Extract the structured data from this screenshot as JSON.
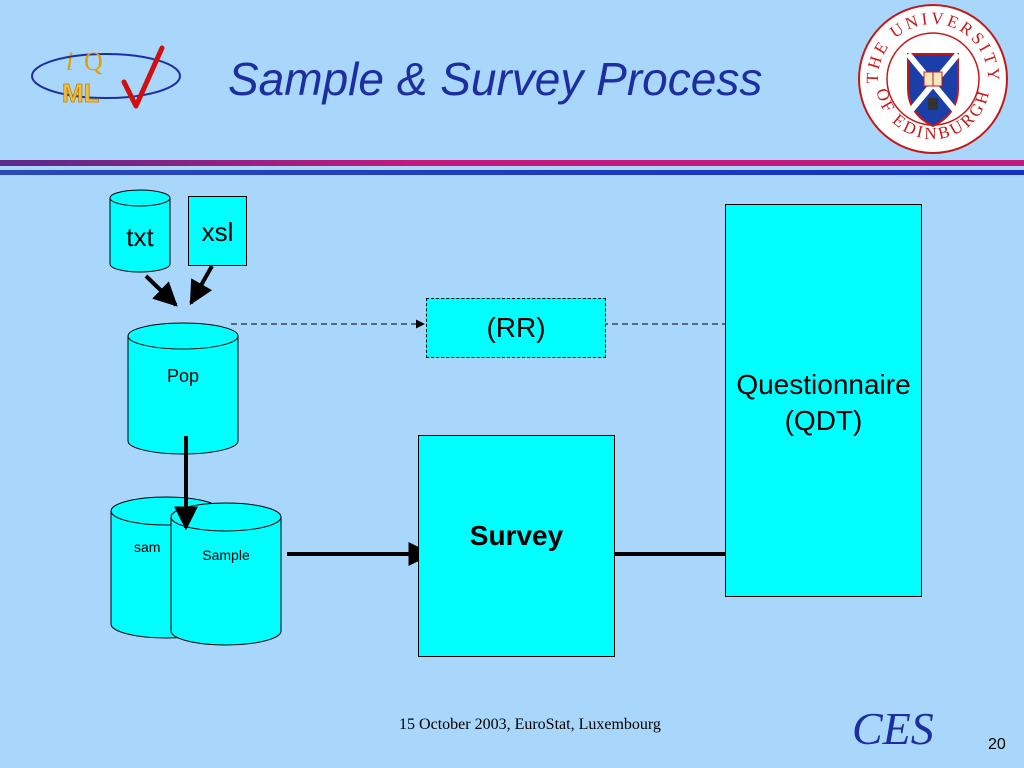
{
  "slide": {
    "title": "Sample & Survey Process",
    "footer": "15 October 2003, EuroStat, Luxembourg",
    "ces_label": "CES",
    "page_number": "20"
  },
  "logos": {
    "iqml": {
      "letters_i": "i",
      "letters_q": "Q",
      "letters_ml": "ML"
    },
    "university": {
      "top_text": "THE UNIVERSITY",
      "bottom_text": "OF EDINBURGH"
    }
  },
  "diagram": {
    "txt_label": "txt",
    "xsl_label": "xsl",
    "pop_label": "Pop",
    "rr_label": "(RR)",
    "sample_back_label": "sam",
    "sample_front_label": "Sample",
    "survey_label": "Survey",
    "questionnaire_line1": "Questionnaire",
    "questionnaire_line2": "(QDT)"
  },
  "colors": {
    "background": "#a9d6fb",
    "shape_fill": "#00ffff",
    "title": "#1c2ea0",
    "stripe_red": "#c4187c",
    "stripe_blue": "#1030c8"
  }
}
